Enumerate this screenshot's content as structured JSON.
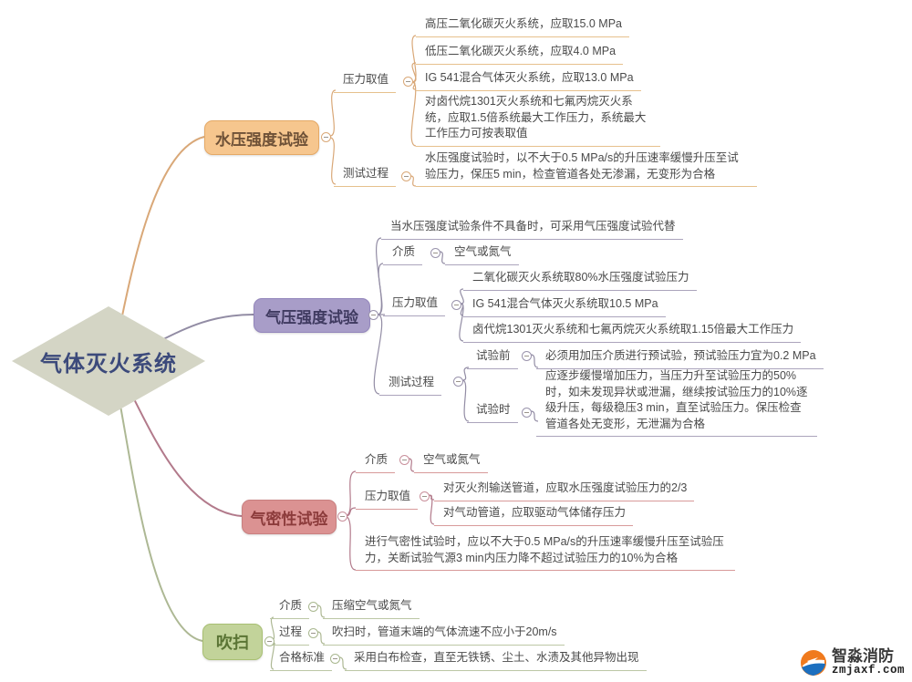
{
  "root": {
    "label": "气体灭火系统"
  },
  "b1": {
    "label": "水压强度试验",
    "pressure": {
      "label": "压力取值",
      "items": [
        "高压二氧化碳灭火系统，应取15.0 MPa",
        "低压二氧化碳灭火系统，应取4.0 MPa",
        "IG 541混合气体灭火系统，应取13.0 MPa",
        "对卤代烷1301灭火系统和七氟丙烷灭火系统，应取1.5倍系统最大工作压力，系统最大工作压力可按表取值"
      ]
    },
    "process": {
      "label": "测试过程",
      "items": [
        "水压强度试验时，以不大于0.5 MPa/s的升压速率缓慢升压至试验压力，保压5 min，检查管道各处无渗漏，无变形为合格"
      ]
    }
  },
  "b2": {
    "label": "气压强度试验",
    "note": "当水压强度试验条件不具备时，可采用气压强度试验代替",
    "medium": {
      "label": "介质",
      "value": "空气或氮气"
    },
    "pressure": {
      "label": "压力取值",
      "items": [
        "二氧化碳灭火系统取80%水压强度试验压力",
        "IG 541混合气体灭火系统取10.5 MPa",
        "卤代烷1301灭火系统和七氟丙烷灭火系统取1.15倍最大工作压力"
      ]
    },
    "process": {
      "label": "测试过程",
      "before": {
        "label": "试验前",
        "value": "必须用加压介质进行预试验，预试验压力宜为0.2 MPa"
      },
      "during": {
        "label": "试验时",
        "value": "应逐步缓慢增加压力，当压力升至试验压力的50%时，如未发现异状或泄漏，继续按试验压力的10%逐级升压，每级稳压3 min，直至试验压力。保压检查管道各处无变形，无泄漏为合格"
      }
    }
  },
  "b3": {
    "label": "气密性试验",
    "medium": {
      "label": "介质",
      "value": "空气或氮气"
    },
    "pressure": {
      "label": "压力取值",
      "items": [
        "对灭火剂输送管道，应取水压强度试验压力的2/3",
        "对气动管道，应取驱动气体储存压力"
      ]
    },
    "note": "进行气密性试验时，应以不大于0.5 MPa/s的升压速率缓慢升压至试验压力，关断试验气源3 min内压力降不超过试验压力的10%为合格"
  },
  "b4": {
    "label": "吹扫",
    "medium": {
      "label": "介质",
      "value": "压缩空气或氮气"
    },
    "process": {
      "label": "过程",
      "value": "吹扫时，管道末端的气体流速不应小于20m/s"
    },
    "standard": {
      "label": "合格标准",
      "value": "采用白布检查，直至无铁锈、尘土、水渍及其他异物出现"
    }
  },
  "watermark": {
    "brand": "智淼消防",
    "site": "zmjaxf.com"
  },
  "colors": {
    "branch1_line": "#D9A878",
    "branch1_fill": "#F6C68E",
    "branch1_border": "#E5A966",
    "branch1_text": "#6E5137",
    "branch2_line": "#928CA4",
    "branch2_fill": "#A89DC8",
    "branch2_border": "#9386BC",
    "branch2_text": "#3F3A60",
    "branch3_line": "#B27A8B",
    "branch3_fill": "#DB9292",
    "branch3_border": "#C98080",
    "branch3_text": "#8C3B3B",
    "branch4_line": "#ADB894",
    "branch4_fill": "#C2D39A",
    "branch4_border": "#A9C073",
    "branch4_text": "#5A7434",
    "root_fill": "#D4D5C5",
    "root_text": "#3C4A7B"
  }
}
